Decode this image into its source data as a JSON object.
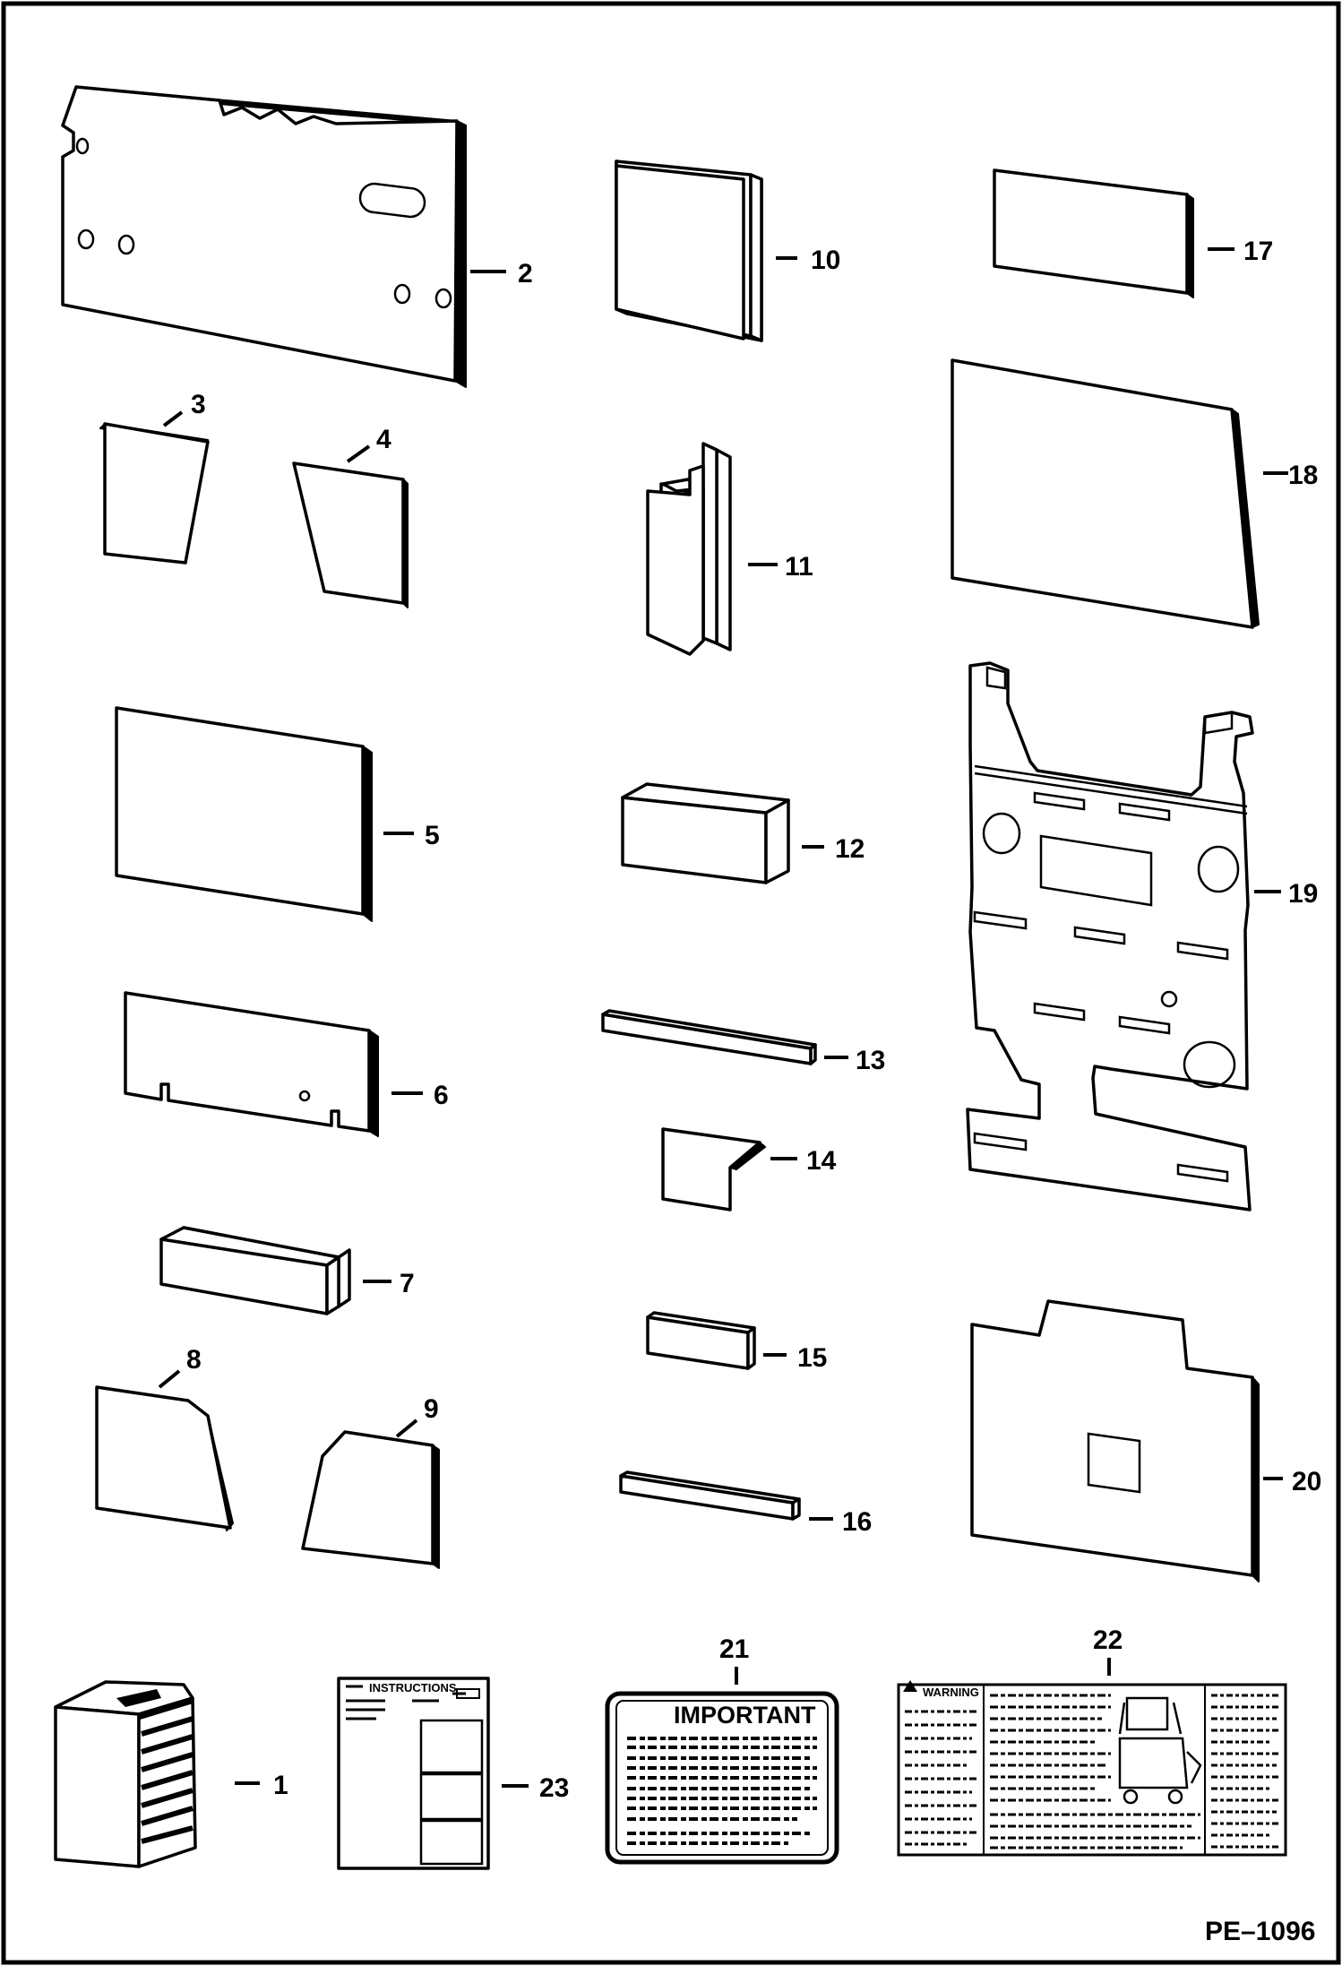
{
  "callouts": [
    {
      "id": "1",
      "label": "1"
    },
    {
      "id": "2",
      "label": "2"
    },
    {
      "id": "3",
      "label": "3"
    },
    {
      "id": "4",
      "label": "4"
    },
    {
      "id": "5",
      "label": "5"
    },
    {
      "id": "6",
      "label": "6"
    },
    {
      "id": "7",
      "label": "7"
    },
    {
      "id": "8",
      "label": "8"
    },
    {
      "id": "9",
      "label": "9"
    },
    {
      "id": "10",
      "label": "10"
    },
    {
      "id": "11",
      "label": "11"
    },
    {
      "id": "12",
      "label": "12"
    },
    {
      "id": "13",
      "label": "13"
    },
    {
      "id": "14",
      "label": "14"
    },
    {
      "id": "15",
      "label": "15"
    },
    {
      "id": "16",
      "label": "16"
    },
    {
      "id": "17",
      "label": "17"
    },
    {
      "id": "18",
      "label": "18"
    },
    {
      "id": "19",
      "label": "19"
    },
    {
      "id": "20",
      "label": "20"
    },
    {
      "id": "21",
      "label": "21"
    },
    {
      "id": "22",
      "label": "22"
    },
    {
      "id": "23",
      "label": "23"
    }
  ],
  "decal_important": {
    "title": "IMPORTANT"
  },
  "decal_warning": {
    "badge": "WARNING"
  },
  "instructions_sheet": {
    "header": "INSTRUCTIONS"
  },
  "reference_number": "PE–1096"
}
